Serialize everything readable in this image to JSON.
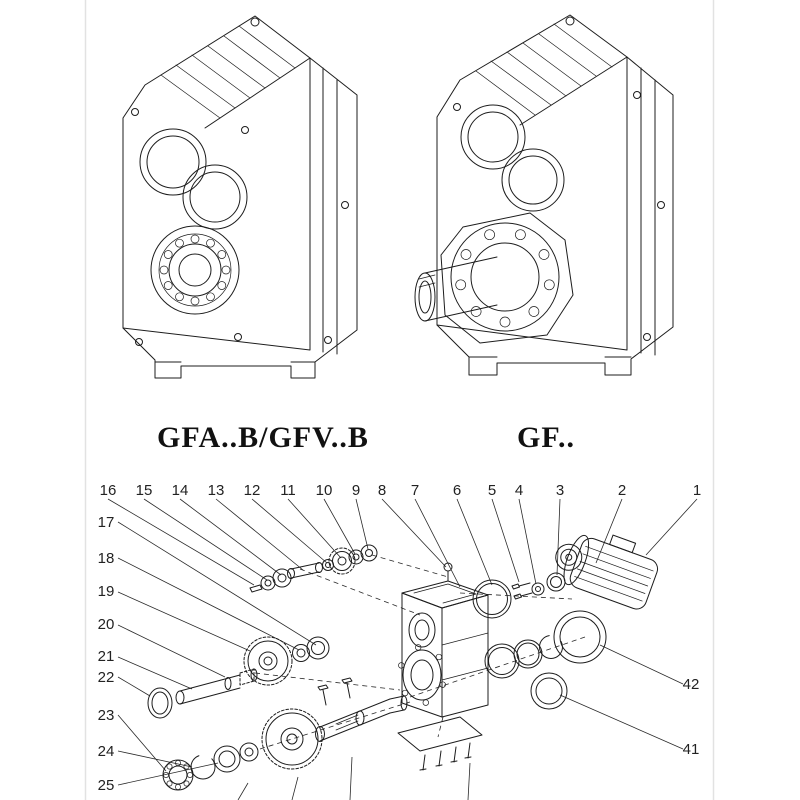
{
  "page": {
    "background": "#ffffff",
    "ink": "#1d1d1d"
  },
  "models": {
    "left": {
      "label": "GFA..B/GFV..B"
    },
    "right": {
      "label": "GF.."
    }
  },
  "exploded": {
    "top_callouts": [
      "16",
      "15",
      "14",
      "13",
      "12",
      "11",
      "10",
      "9",
      "8",
      "7",
      "6",
      "5",
      "4",
      "3",
      "2",
      "1"
    ],
    "left_callouts": [
      "17",
      "18",
      "19",
      "20",
      "21",
      "22",
      "23",
      "24",
      "25"
    ],
    "right_callouts": [
      "42",
      "41"
    ]
  }
}
